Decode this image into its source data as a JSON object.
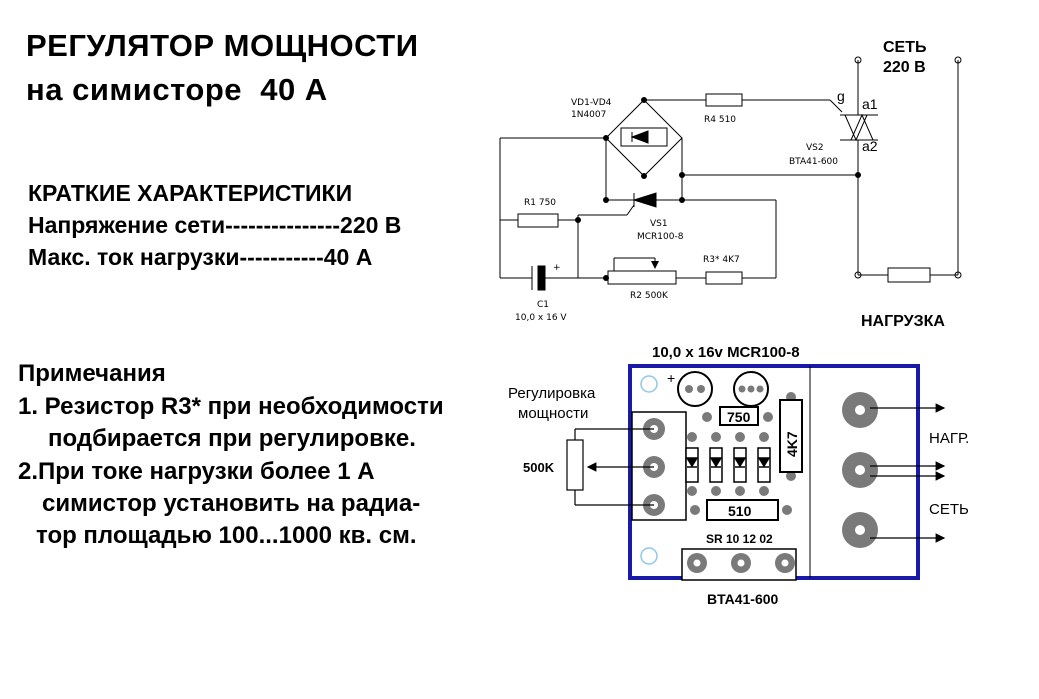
{
  "title": {
    "line1": "РЕГУЛЯТОР МОЩНОСТИ",
    "line2": "на симисторе  40 А"
  },
  "specs": {
    "heading": "КРАТКИЕ ХАРАКТЕРИСТИКИ",
    "voltage": "Напряжение сети---------------220 В",
    "current": "Макс. ток нагрузки-----------40 А"
  },
  "notes": {
    "heading": "Примечания",
    "item1_a": "1. Резистор R3* при необходимости",
    "item1_b": "подбирается при регулировке.",
    "item2_a": "2.При токе нагрузки более 1 А",
    "item2_b": "симистор установить на радиа-",
    "item2_c": "тор площадью 100...1000 кв. см."
  },
  "schematic": {
    "bridge_label": "VD1-VD4",
    "bridge_part": "1N4007",
    "r4": "R4 510",
    "triac_gate": "g",
    "triac_a1": "a1",
    "triac_a2": "a2",
    "triac_ref": "VS2",
    "triac_part": "BTA41-600",
    "mains_1": "СЕТЬ",
    "mains_2": "220 В",
    "r1": "R1 750",
    "scr_ref": "VS1",
    "scr_part": "MCR100-8",
    "plus": "+",
    "r3": "R3* 4K7",
    "r2": "R2 500K",
    "c1": "C1",
    "c1_val": "10,0 x 16 V",
    "load": "НАГРУЗКА"
  },
  "board": {
    "top_label": "10,0 x 16v MCR100-8",
    "pot_1": "Регулировка",
    "pot_2": "мощности",
    "pot_val": "500K",
    "r1_val": "750",
    "r3_val": "4K7",
    "r4_val": "510",
    "diodes": "SR 10 12 02",
    "load_terminal": "НАГР.",
    "mains_terminal": "СЕТЬ",
    "triac_label": "BTA41-600"
  },
  "colors": {
    "board_outline": "#1a1aa8",
    "pad": "#7a7a7a",
    "pad_hole": "#ffffff",
    "corner_hole": "#8ec8e8"
  }
}
